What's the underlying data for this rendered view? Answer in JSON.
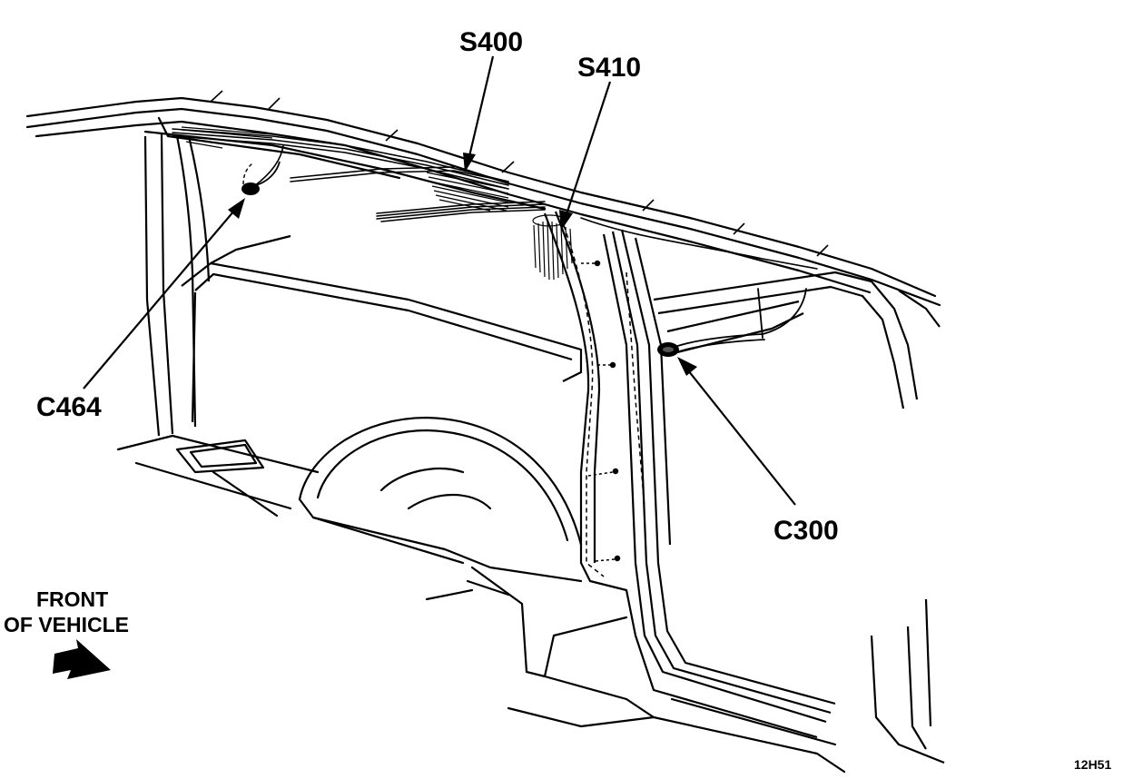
{
  "callouts": {
    "s400": "S400",
    "s410": "S410",
    "c464": "C464",
    "c300": "C300"
  },
  "direction": {
    "line1": "FRONT",
    "line2": "OF VEHICLE"
  },
  "figure_code": "12H51",
  "colors": {
    "ink": "#000000",
    "paper": "#ffffff"
  }
}
